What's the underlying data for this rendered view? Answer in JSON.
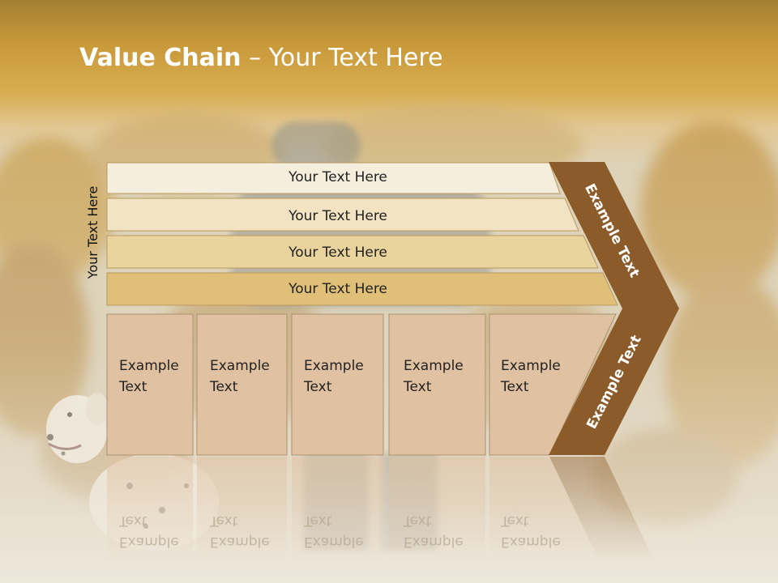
{
  "slide": {
    "title_bold": "Value Chain",
    "title_rest": " – Your Text Here",
    "side_label": "Your Text Here"
  },
  "bars": [
    {
      "label": "Your Text Here",
      "color": "#f6eedd"
    },
    {
      "label": "Your Text Here",
      "color": "#f2e3c2"
    },
    {
      "label": "Your Text Here",
      "color": "#ead49e"
    },
    {
      "label": "Your Text Here",
      "color": "#e0bf78"
    }
  ],
  "columns": [
    {
      "label": "Example\nText"
    },
    {
      "label": "Example\nText"
    },
    {
      "label": "Example\nText"
    },
    {
      "label": "Example\nText"
    },
    {
      "label": "Example\nText"
    }
  ],
  "chevron": {
    "upper_label": "Example Text",
    "lower_label": "Example Text",
    "fill_color": "#8c5b2a"
  },
  "colors": {
    "column_fill": "#e0c1a1",
    "column_border": "#a8926f",
    "bar_border": "#b89a5f"
  }
}
